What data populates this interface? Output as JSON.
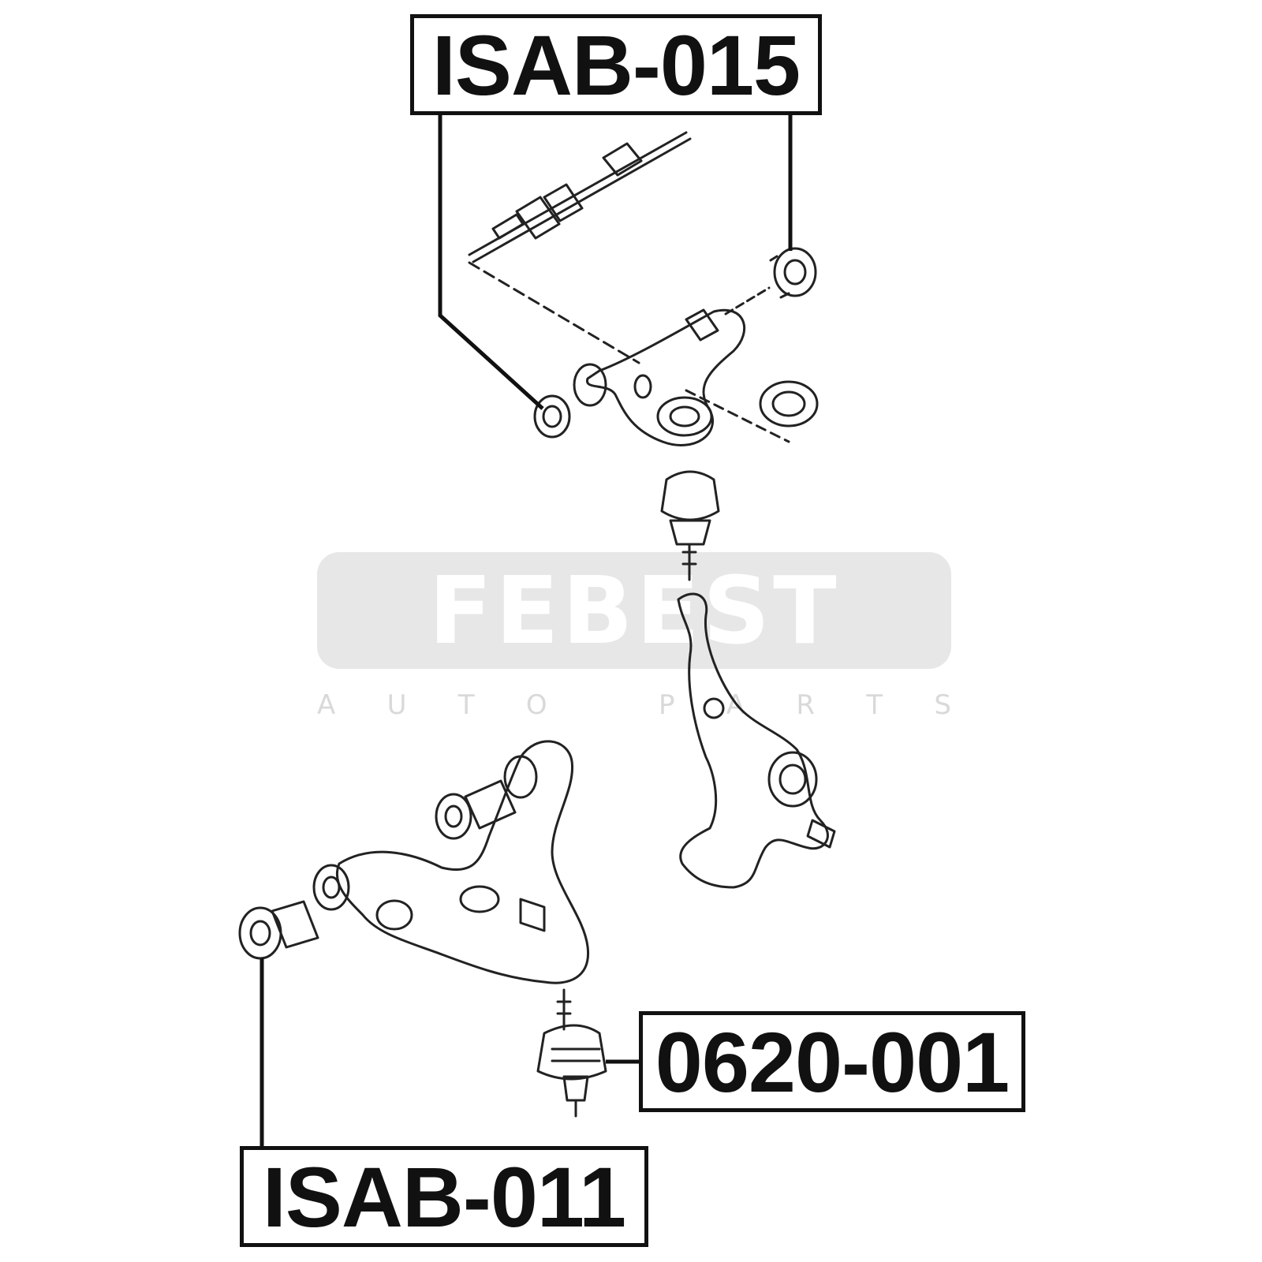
{
  "labels": {
    "top": "ISAB-015",
    "right": "0620-001",
    "bottom": "ISAB-011"
  },
  "watermark": {
    "brand": "FEBEST",
    "tagline_letters": [
      "A",
      "U",
      "T",
      "O",
      "P",
      "A",
      "R",
      "T",
      "S"
    ]
  },
  "colors": {
    "ink": "#111111",
    "watermark": "#e7e7e7"
  }
}
